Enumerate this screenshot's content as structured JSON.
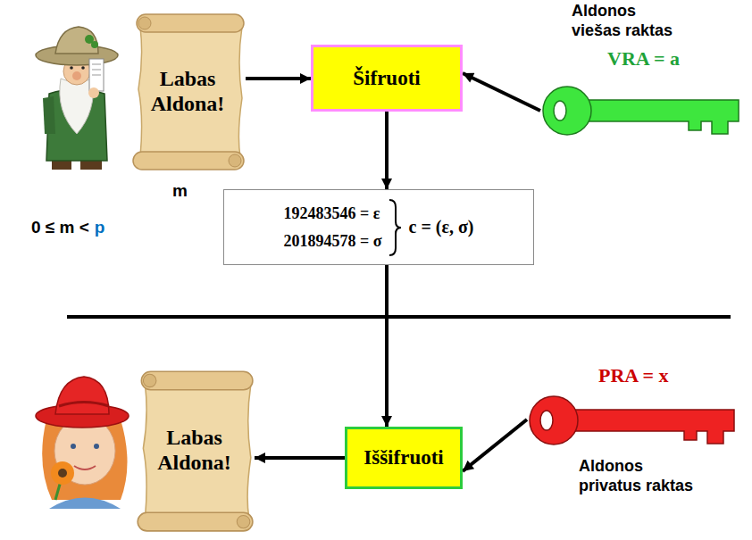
{
  "diagram": {
    "nodes": [
      {
        "text": [
          "Labas Aldona!"
        ]
      },
      {
        "text": [
          "Šifruoti"
        ]
      },
      {
        "text": [
          "Aldonos viešas raktas",
          "VRA = a"
        ]
      },
      {
        "text": [
          "192483546 = ε",
          "201894578 = σ",
          "c = (ε, σ)"
        ]
      },
      {
        "text": [
          "Iššifruoti"
        ]
      },
      {
        "text": [
          "PRA = x",
          "Aldonos privatus raktas"
        ]
      },
      {
        "text": [
          "Labas Aldona!"
        ]
      }
    ],
    "edges": [
      {
        "from": 0,
        "to": 1,
        "arrow": "to"
      },
      {
        "from": 2,
        "to": 1,
        "arrow": "to"
      },
      {
        "from": 1,
        "to": 3,
        "arrow": "to"
      },
      {
        "from": 3,
        "to": 4,
        "arrow": "to"
      },
      {
        "from": 5,
        "to": 4,
        "arrow": "to"
      },
      {
        "from": 4,
        "to": 6,
        "arrow": "to"
      }
    ],
    "labels": [
      "m",
      "0 ≤ m <",
      "p"
    ]
  }
}
